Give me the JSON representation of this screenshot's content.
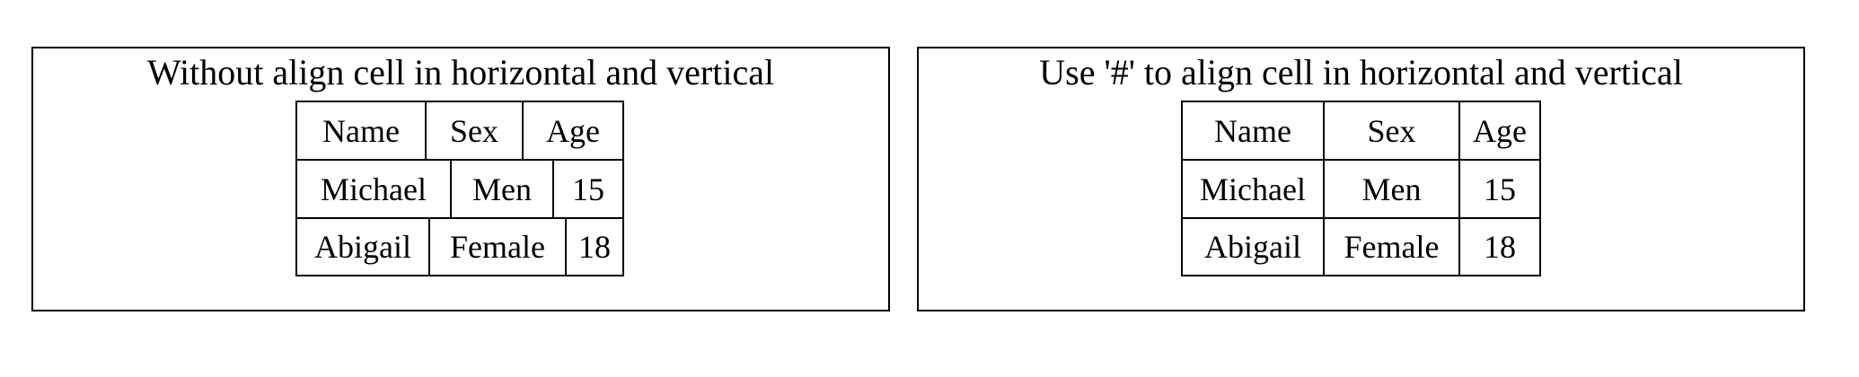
{
  "panels": [
    {
      "title": "Without align cell in horizontal and vertical",
      "rows": [
        [
          "Name",
          "Sex",
          "Age"
        ],
        [
          "Michael",
          "Men",
          "15"
        ],
        [
          "Abigail",
          "Female",
          "18"
        ]
      ]
    },
    {
      "title": "Use '#' to align cell in horizontal and vertical",
      "rows": [
        [
          "Name",
          "Sex",
          "Age"
        ],
        [
          "Michael",
          "Men",
          "15"
        ],
        [
          "Abigail",
          "Female",
          "18"
        ]
      ]
    }
  ]
}
